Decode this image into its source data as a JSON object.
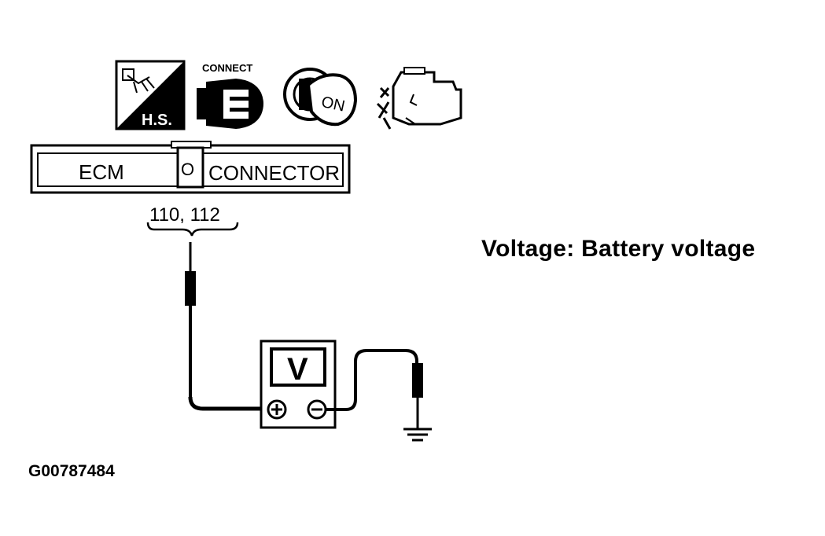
{
  "icons": {
    "harness_icon": "wiring-harness-icon",
    "harness_label": "H.S.",
    "connect_icon": "connector-plug-icon",
    "connect_label": "CONNECT",
    "ignition_icon": "ignition-key-icon",
    "ignition_label": "ON",
    "engine_icon": "engine-off-icon"
  },
  "connector": {
    "left_label": "ECM",
    "center_mark": "O",
    "right_label": "CONNECTOR",
    "terminals": "110, 112"
  },
  "meter": {
    "display": "V",
    "positive_symbol": "+",
    "negative_symbol": "−"
  },
  "note": {
    "voltage": "Voltage: Battery voltage"
  },
  "figure_id": "G00787484"
}
